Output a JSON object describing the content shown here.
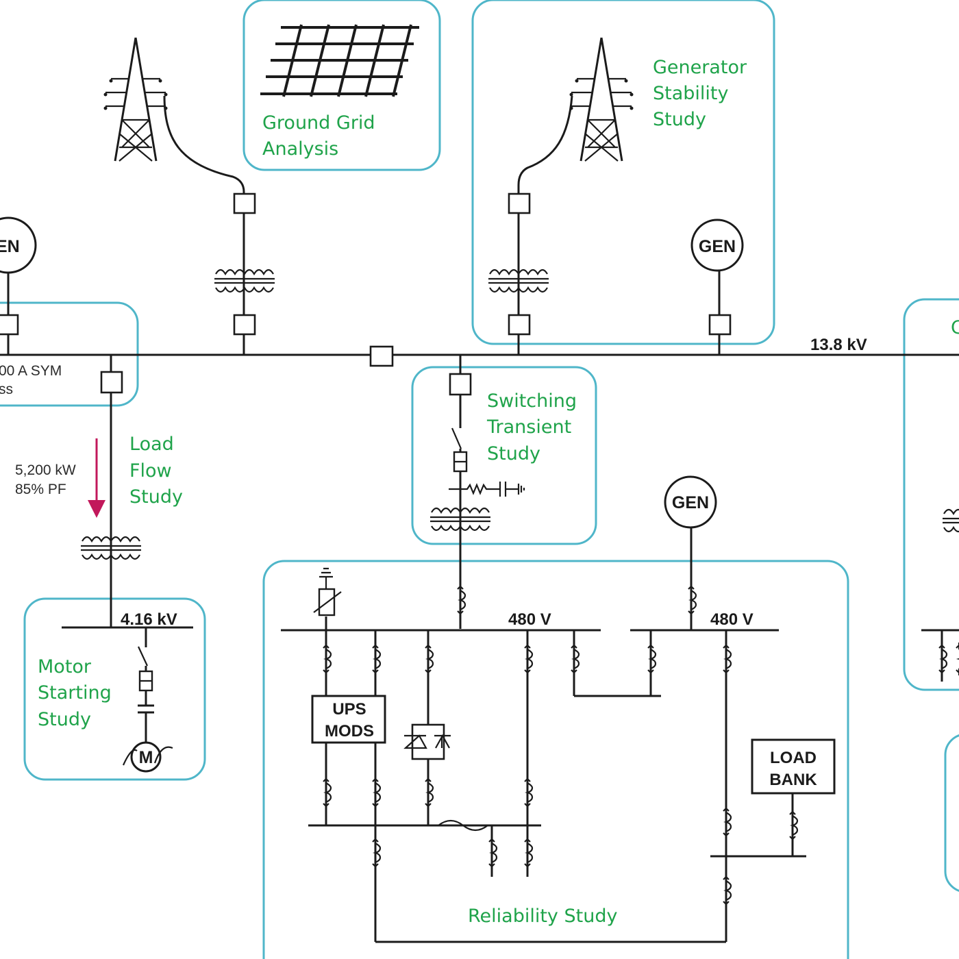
{
  "bus_main": {
    "voltage": "13.8 kV"
  },
  "bus_mv": {
    "voltage": "4.16 kV"
  },
  "bus_lv_left": {
    "voltage": "480 V"
  },
  "bus_lv_right": {
    "voltage": "480 V"
  },
  "studies": {
    "ground_grid": [
      "Ground Grid",
      "Analysis"
    ],
    "generator_stability": [
      "Generator",
      "Stability",
      "Study"
    ],
    "load_flow": [
      "Load",
      "Flow",
      "Study"
    ],
    "switching_transient": [
      "Switching",
      "Transient",
      "Study"
    ],
    "motor_starting": [
      "Motor",
      "Starting",
      "Study"
    ],
    "reliability": "Reliability Study",
    "right_cut": "C"
  },
  "short_circuit": {
    "line1": "00 A SYM",
    "line2": "ss"
  },
  "load": {
    "power": "5,200 kW",
    "pf": "85% PF"
  },
  "equipment": {
    "gen": "GEN",
    "gen_left_cut": "EN",
    "motor": "M",
    "ups": [
      "UPS",
      "MODS"
    ],
    "load_bank": [
      "LOAD",
      "BANK"
    ]
  },
  "colors": {
    "study_box": "#4fb6c9",
    "study_text": "#1fa34a",
    "line": "#1b1b1b",
    "load_arrow": "#c2185b"
  }
}
